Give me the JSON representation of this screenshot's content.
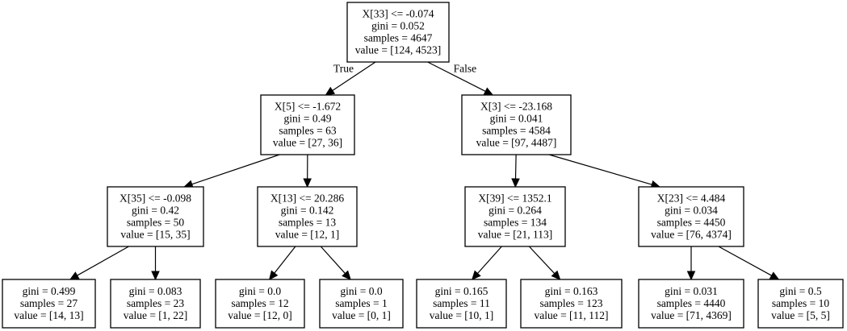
{
  "tree": {
    "nodes": [
      {
        "id": "n0",
        "lines": [
          "X[33] <= -0.074",
          "gini = 0.052",
          "samples = 4647",
          "value = [124, 4523]"
        ]
      },
      {
        "id": "n1",
        "lines": [
          "X[5] <= -1.672",
          "gini = 0.49",
          "samples = 63",
          "value = [27, 36]"
        ]
      },
      {
        "id": "n2",
        "lines": [
          "X[3] <= -23.168",
          "gini = 0.041",
          "samples = 4584",
          "value = [97, 4487]"
        ]
      },
      {
        "id": "n3",
        "lines": [
          "X[35] <= -0.098",
          "gini = 0.42",
          "samples = 50",
          "value = [15, 35]"
        ]
      },
      {
        "id": "n4",
        "lines": [
          "X[13] <= 20.286",
          "gini = 0.142",
          "samples = 13",
          "value = [12, 1]"
        ]
      },
      {
        "id": "n5",
        "lines": [
          "X[39] <= 1352.1",
          "gini = 0.264",
          "samples = 134",
          "value = [21, 113]"
        ]
      },
      {
        "id": "n6",
        "lines": [
          "X[23] <= 4.484",
          "gini = 0.034",
          "samples = 4450",
          "value = [76, 4374]"
        ]
      },
      {
        "id": "n7",
        "lines": [
          "gini = 0.499",
          "samples = 27",
          "value = [14, 13]"
        ]
      },
      {
        "id": "n8",
        "lines": [
          "gini = 0.083",
          "samples = 23",
          "value = [1, 22]"
        ]
      },
      {
        "id": "n9",
        "lines": [
          "gini = 0.0",
          "samples = 12",
          "value = [12, 0]"
        ]
      },
      {
        "id": "n10",
        "lines": [
          "gini = 0.0",
          "samples = 1",
          "value = [0, 1]"
        ]
      },
      {
        "id": "n11",
        "lines": [
          "gini = 0.165",
          "samples = 11",
          "value = [10, 1]"
        ]
      },
      {
        "id": "n12",
        "lines": [
          "gini = 0.163",
          "samples = 123",
          "value = [11, 112]"
        ]
      },
      {
        "id": "n13",
        "lines": [
          "gini = 0.031",
          "samples = 4440",
          "value = [71, 4369]"
        ]
      },
      {
        "id": "n14",
        "lines": [
          "gini = 0.5",
          "samples = 10",
          "value = [5, 5]"
        ]
      }
    ],
    "edges": [
      {
        "from": "n0",
        "to": "n1",
        "label": "True"
      },
      {
        "from": "n0",
        "to": "n2",
        "label": "False"
      },
      {
        "from": "n1",
        "to": "n3"
      },
      {
        "from": "n1",
        "to": "n4"
      },
      {
        "from": "n2",
        "to": "n5"
      },
      {
        "from": "n2",
        "to": "n6"
      },
      {
        "from": "n3",
        "to": "n7"
      },
      {
        "from": "n3",
        "to": "n8"
      },
      {
        "from": "n4",
        "to": "n9"
      },
      {
        "from": "n4",
        "to": "n10"
      },
      {
        "from": "n5",
        "to": "n11"
      },
      {
        "from": "n5",
        "to": "n12"
      },
      {
        "from": "n6",
        "to": "n13"
      },
      {
        "from": "n6",
        "to": "n14"
      }
    ]
  }
}
